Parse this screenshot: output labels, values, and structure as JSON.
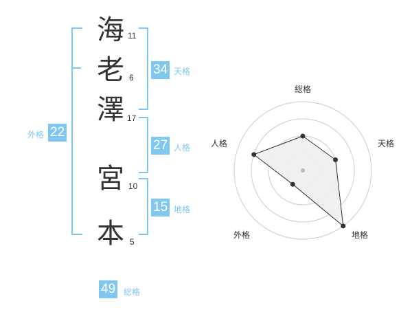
{
  "name_chars": [
    {
      "char": "海",
      "strokes": "11"
    },
    {
      "char": "老",
      "strokes": "6"
    },
    {
      "char": "澤",
      "strokes": "17"
    },
    {
      "char": "宮",
      "strokes": "10"
    },
    {
      "char": "本",
      "strokes": "5"
    }
  ],
  "fortunes": {
    "tenkaku": {
      "value": "34",
      "label": "天格"
    },
    "jinkaku": {
      "value": "27",
      "label": "人格"
    },
    "chikaku": {
      "value": "15",
      "label": "地格"
    },
    "gaikaku": {
      "value": "22",
      "label": "外格"
    },
    "soukaku": {
      "value": "49",
      "label": "総格"
    }
  },
  "radar": {
    "axis_labels": [
      "総格",
      "天格",
      "地格",
      "外格",
      "人格"
    ],
    "levels": 4,
    "scores": [
      2,
      2,
      4,
      1,
      3
    ],
    "colors": {
      "grid": "#cccccc",
      "fill": "#eeeeee",
      "line": "#333333",
      "point": "#333333",
      "center": "#bbbbbb"
    }
  }
}
